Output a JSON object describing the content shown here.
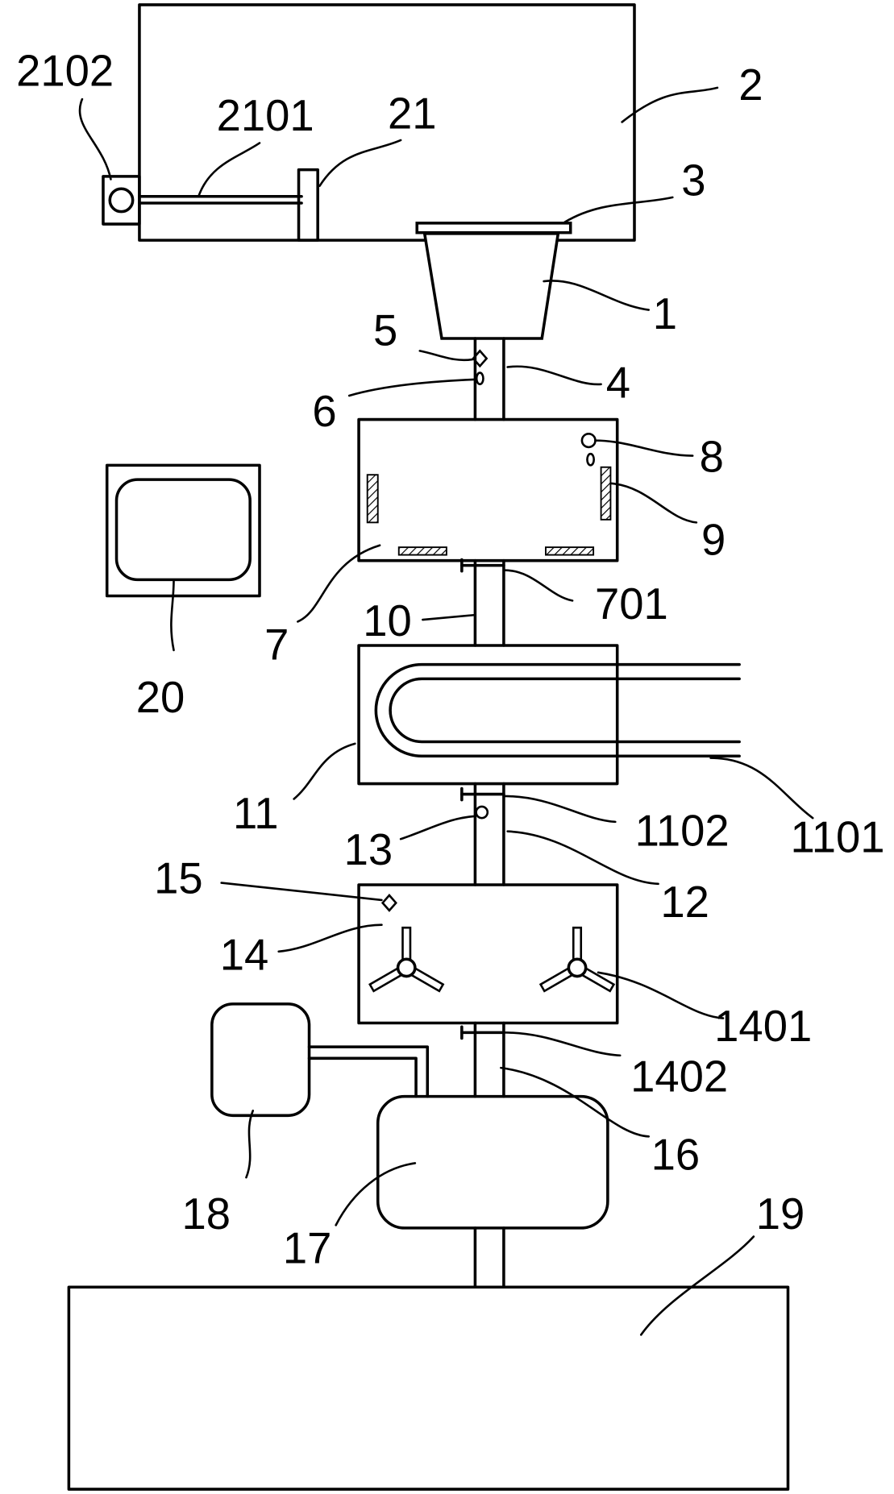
{
  "colors": {
    "stroke": "#000000",
    "background": "#ffffff"
  },
  "labels": {
    "p2102": "2102",
    "p2101": "2101",
    "p21": "21",
    "p2": "2",
    "p3": "3",
    "p1": "1",
    "p5": "5",
    "p4": "4",
    "p6": "6",
    "p8": "8",
    "p9": "9",
    "p7": "7",
    "p701": "701",
    "p10": "10",
    "p20": "20",
    "p11": "11",
    "p1101": "1101",
    "p1102": "1102",
    "p13": "13",
    "p12": "12",
    "p15": "15",
    "p14": "14",
    "p1401": "1401",
    "p1402": "1402",
    "p16": "16",
    "p18": "18",
    "p17": "17",
    "p19": "19"
  }
}
